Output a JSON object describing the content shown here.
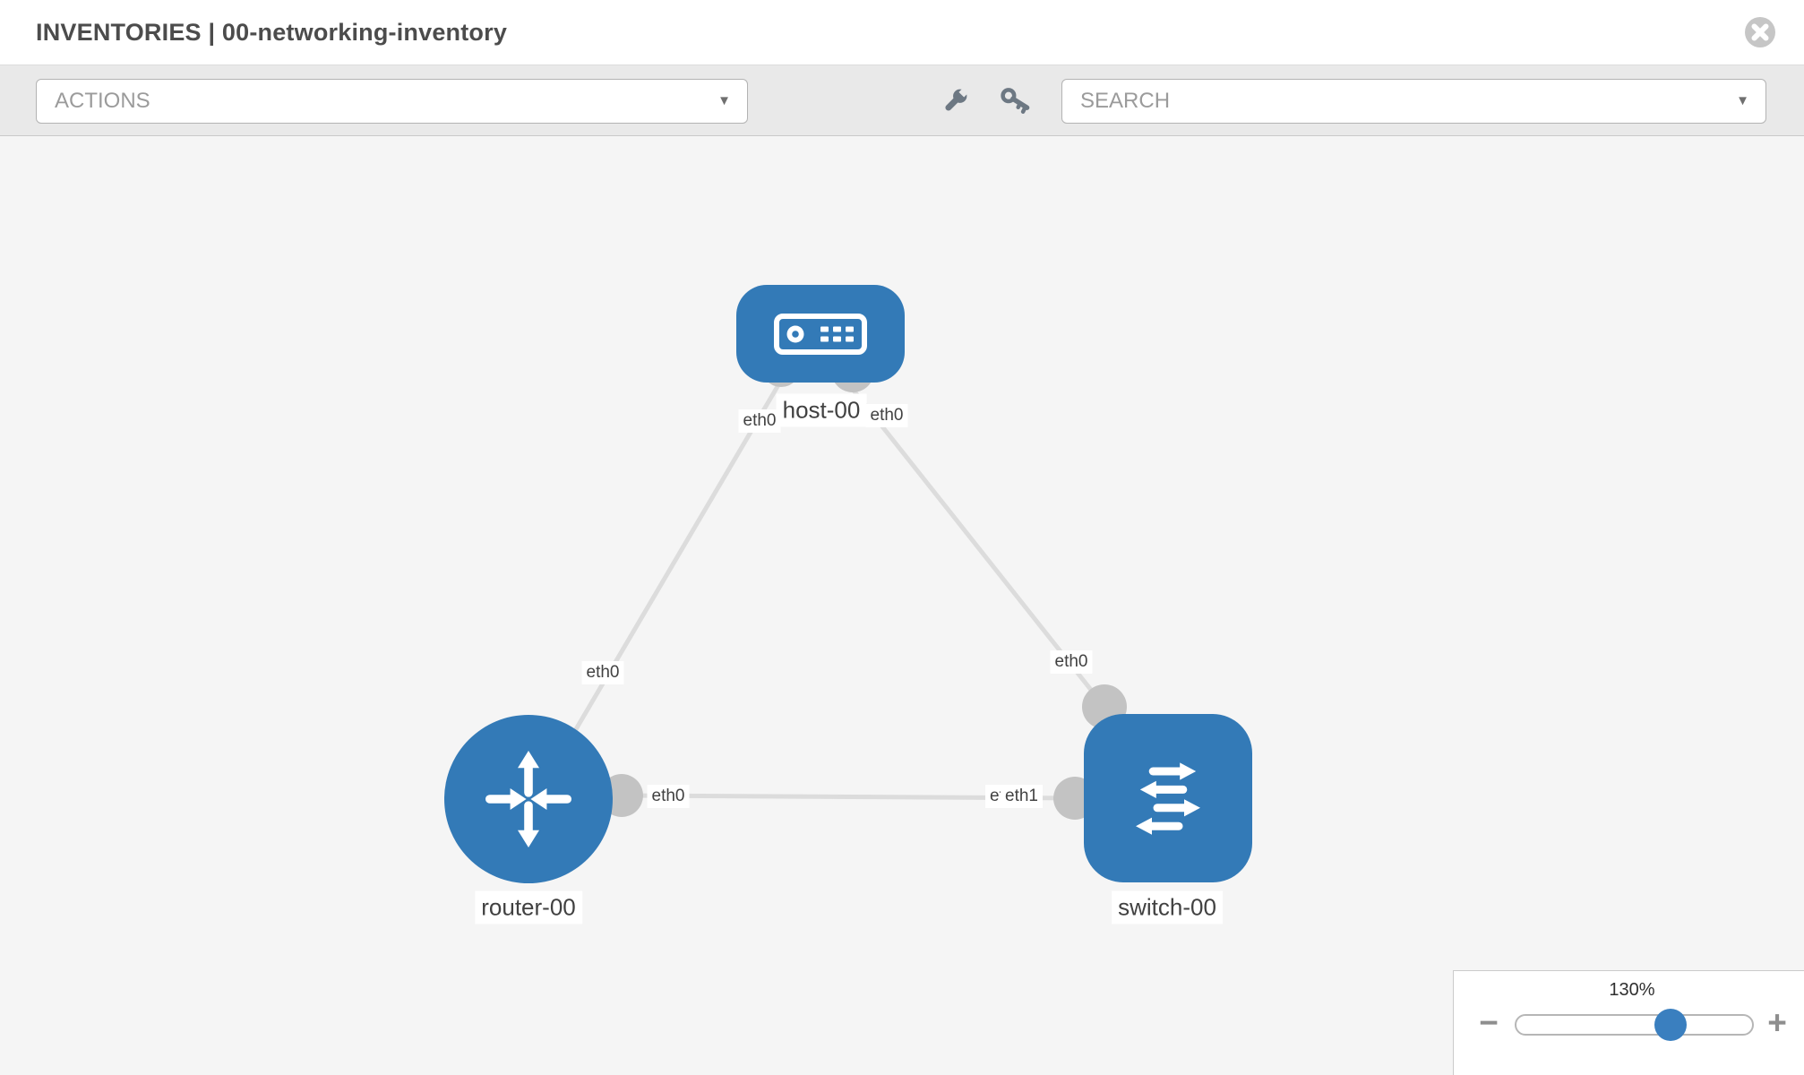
{
  "header": {
    "title": "INVENTORIES | 00-networking-inventory"
  },
  "toolbar": {
    "actions_label": "ACTIONS",
    "search_placeholder": "SEARCH",
    "icons": [
      "wrench-icon",
      "key-icon"
    ]
  },
  "canvas": {
    "nodes": [
      {
        "id": "host-00",
        "type": "host",
        "label": "host-00"
      },
      {
        "id": "router-00",
        "type": "router",
        "label": "router-00"
      },
      {
        "id": "switch-00",
        "type": "switch",
        "label": "switch-00"
      }
    ],
    "links": [
      {
        "from": "host-00",
        "to": "router-00",
        "from_if": "eth0",
        "to_if": "eth0"
      },
      {
        "from": "host-00",
        "to": "switch-00",
        "from_if": "eth0",
        "to_if": "eth0"
      },
      {
        "from": "router-00",
        "to": "switch-00",
        "from_if": "eth0",
        "to_if": "eth1",
        "to_if_under": "eth0"
      }
    ]
  },
  "zoom_control": {
    "level": "130%",
    "minus_label": "−",
    "plus_label": "+"
  },
  "colors": {
    "node_blue": "#337ab7",
    "knob_blue": "#3a7fbf",
    "port_gray": "#c3c3c3",
    "link_gray": "#dcdcdc",
    "canvas_bg": "#f5f5f5",
    "toolbar_bg": "#e9e9e9",
    "icon_gray": "#6d7883",
    "title_gray": "#4c4c4c"
  }
}
